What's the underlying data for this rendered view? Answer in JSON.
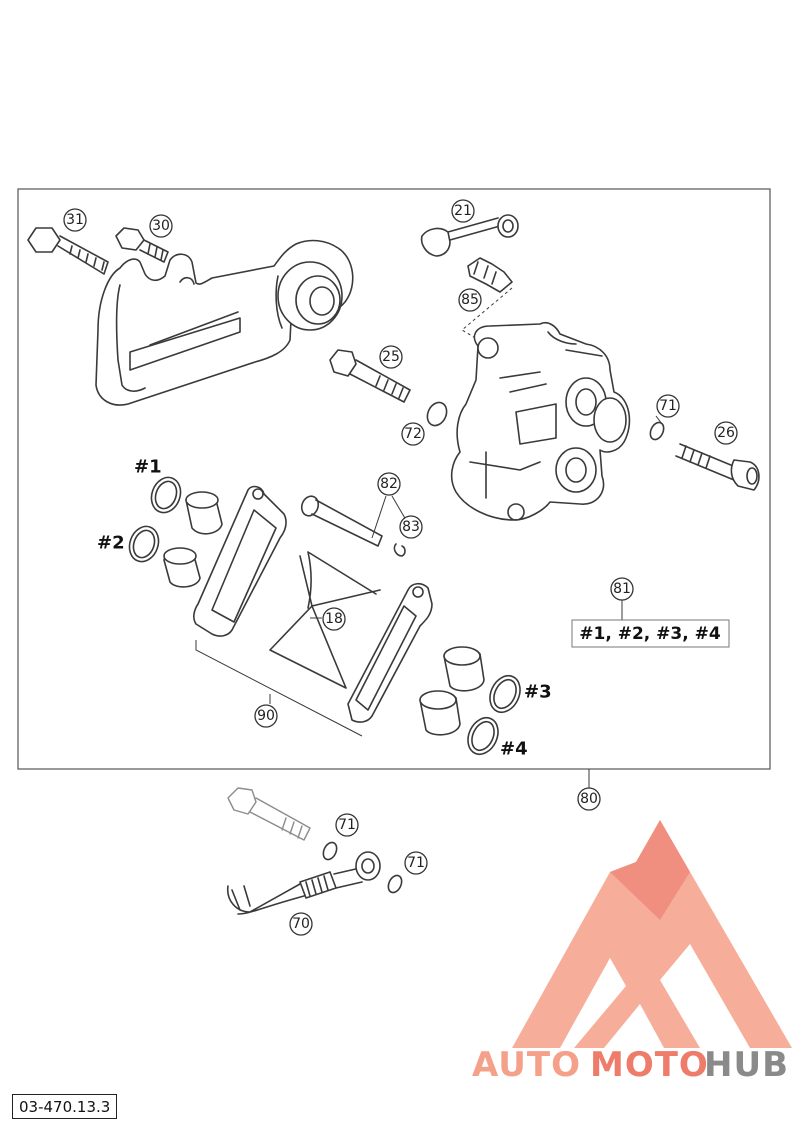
{
  "callouts": {
    "c31": "31",
    "c30": "30",
    "c21": "21",
    "c85": "85",
    "c25": "25",
    "c72": "72",
    "c71a": "71",
    "c26": "26",
    "c82": "82",
    "c83": "83",
    "c18": "18",
    "c81": "81",
    "c90": "90",
    "c80": "80",
    "c71b": "71",
    "c71c": "71",
    "c70": "70"
  },
  "seal_labels": {
    "s1": "#1",
    "s2": "#2",
    "s3": "#3",
    "s4": "#4"
  },
  "seal_kit_label": "#1, #2, #3, #4",
  "watermark": {
    "auto": "AUTO",
    "moto": "MOTO",
    "hub": "HUB",
    "color_light": "#f5a089",
    "color_mid": "#ee7c6a",
    "color_dark": "#8a8a8a"
  },
  "doc_number": "03-470.13.3"
}
